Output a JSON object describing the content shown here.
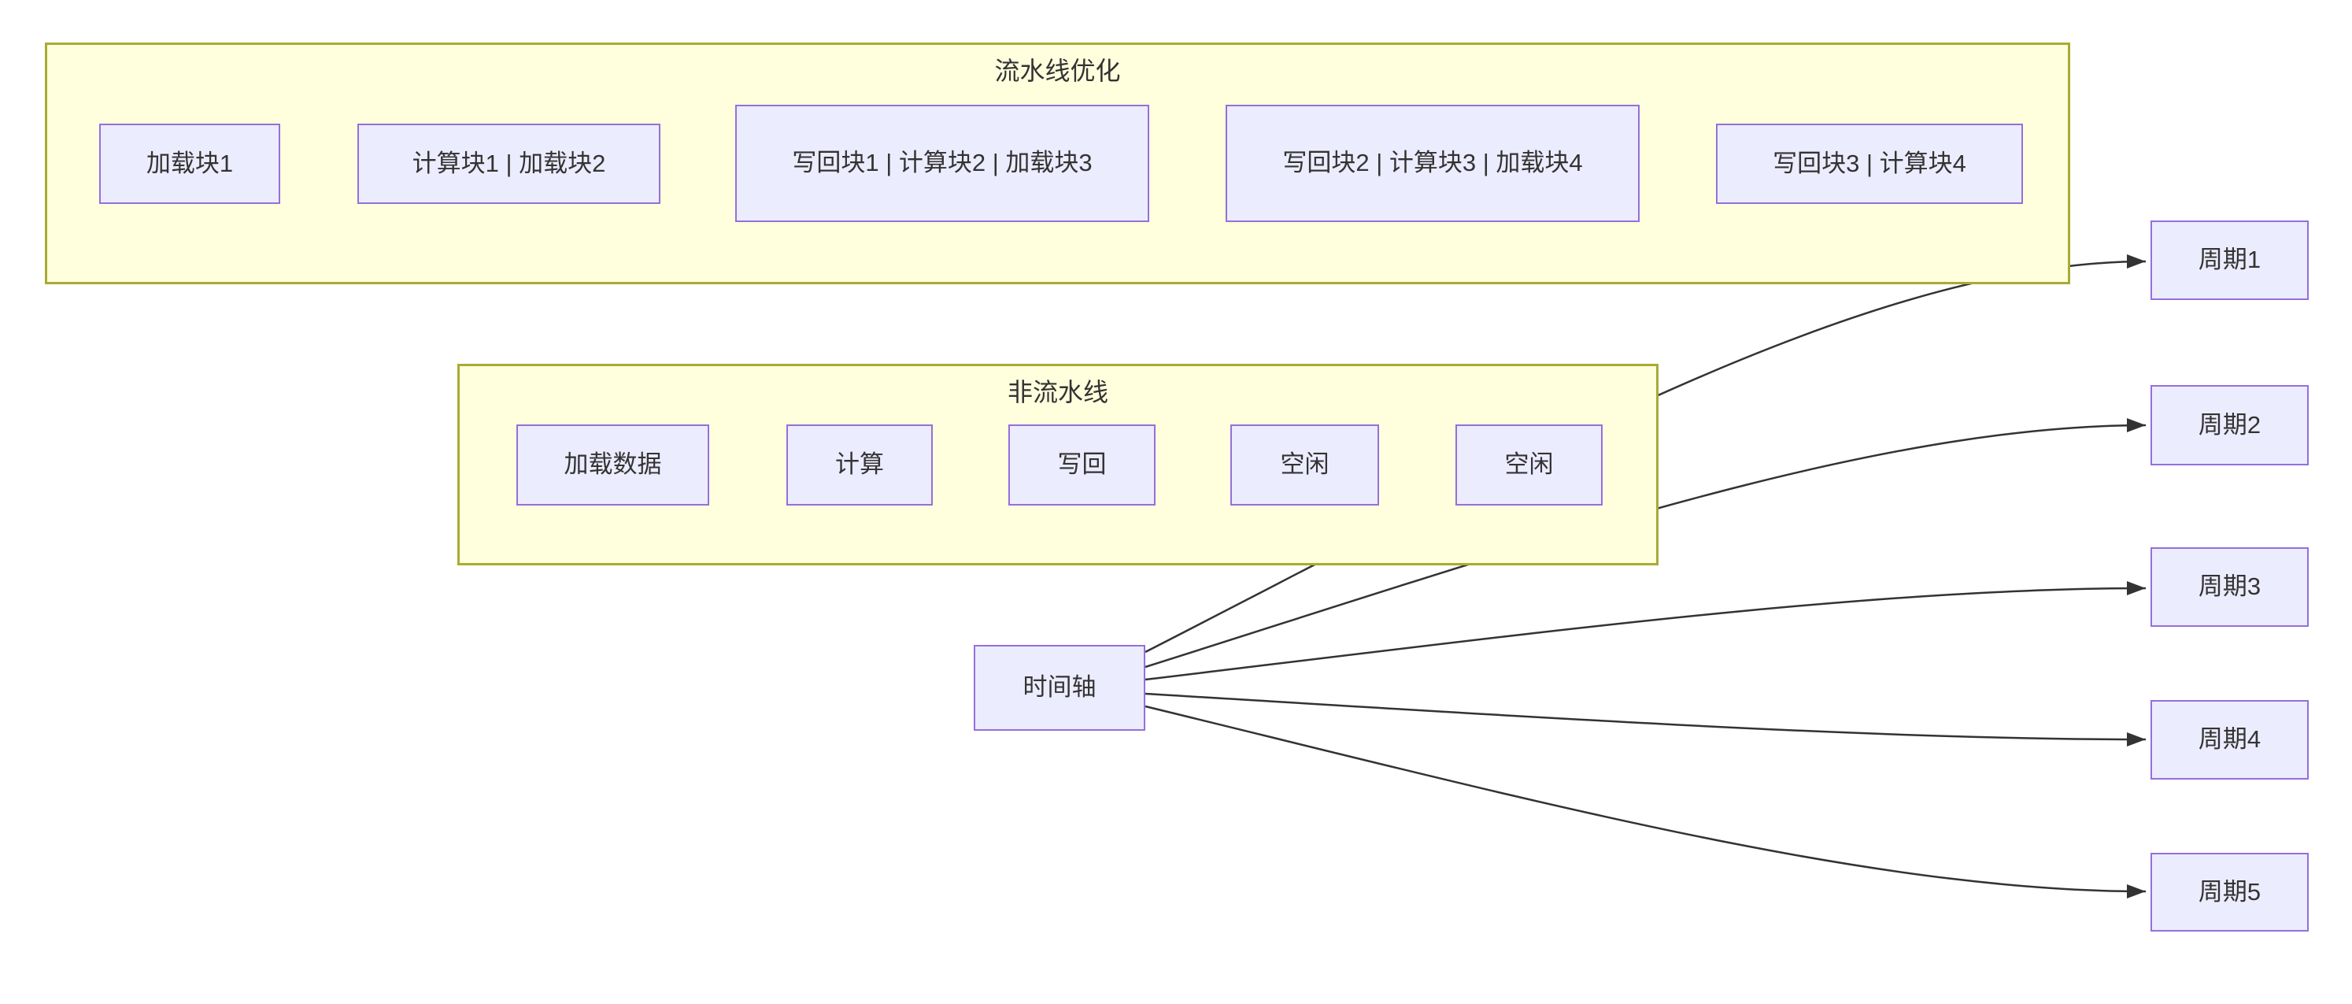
{
  "diagram": {
    "type": "flowchart",
    "background": "#ffffff",
    "colors": {
      "cluster_fill": "#ffffde",
      "cluster_border": "#aaaa33",
      "node_fill": "#ececff",
      "node_border": "#9370db",
      "edge": "#333333",
      "text": "#333333"
    },
    "clusters": [
      {
        "title": "流水线优化",
        "nodes": [
          "加载块1",
          "计算块1 | 加载块2",
          "写回块1 | 计算块2 | 加载块3",
          "写回块2 | 计算块3 | 加载块4",
          "写回块3 | 计算块4"
        ]
      },
      {
        "title": "非流水线",
        "nodes": [
          "加载数据",
          "计算",
          "写回",
          "空闲",
          "空闲"
        ]
      }
    ],
    "timeline": {
      "label": "时间轴"
    },
    "cycles": [
      "周期1",
      "周期2",
      "周期3",
      "周期4",
      "周期5"
    ],
    "edges": [
      {
        "from": "时间轴",
        "to": "周期1"
      },
      {
        "from": "时间轴",
        "to": "周期2"
      },
      {
        "from": "时间轴",
        "to": "周期3"
      },
      {
        "from": "时间轴",
        "to": "周期4"
      },
      {
        "from": "时间轴",
        "to": "周期5"
      }
    ]
  }
}
